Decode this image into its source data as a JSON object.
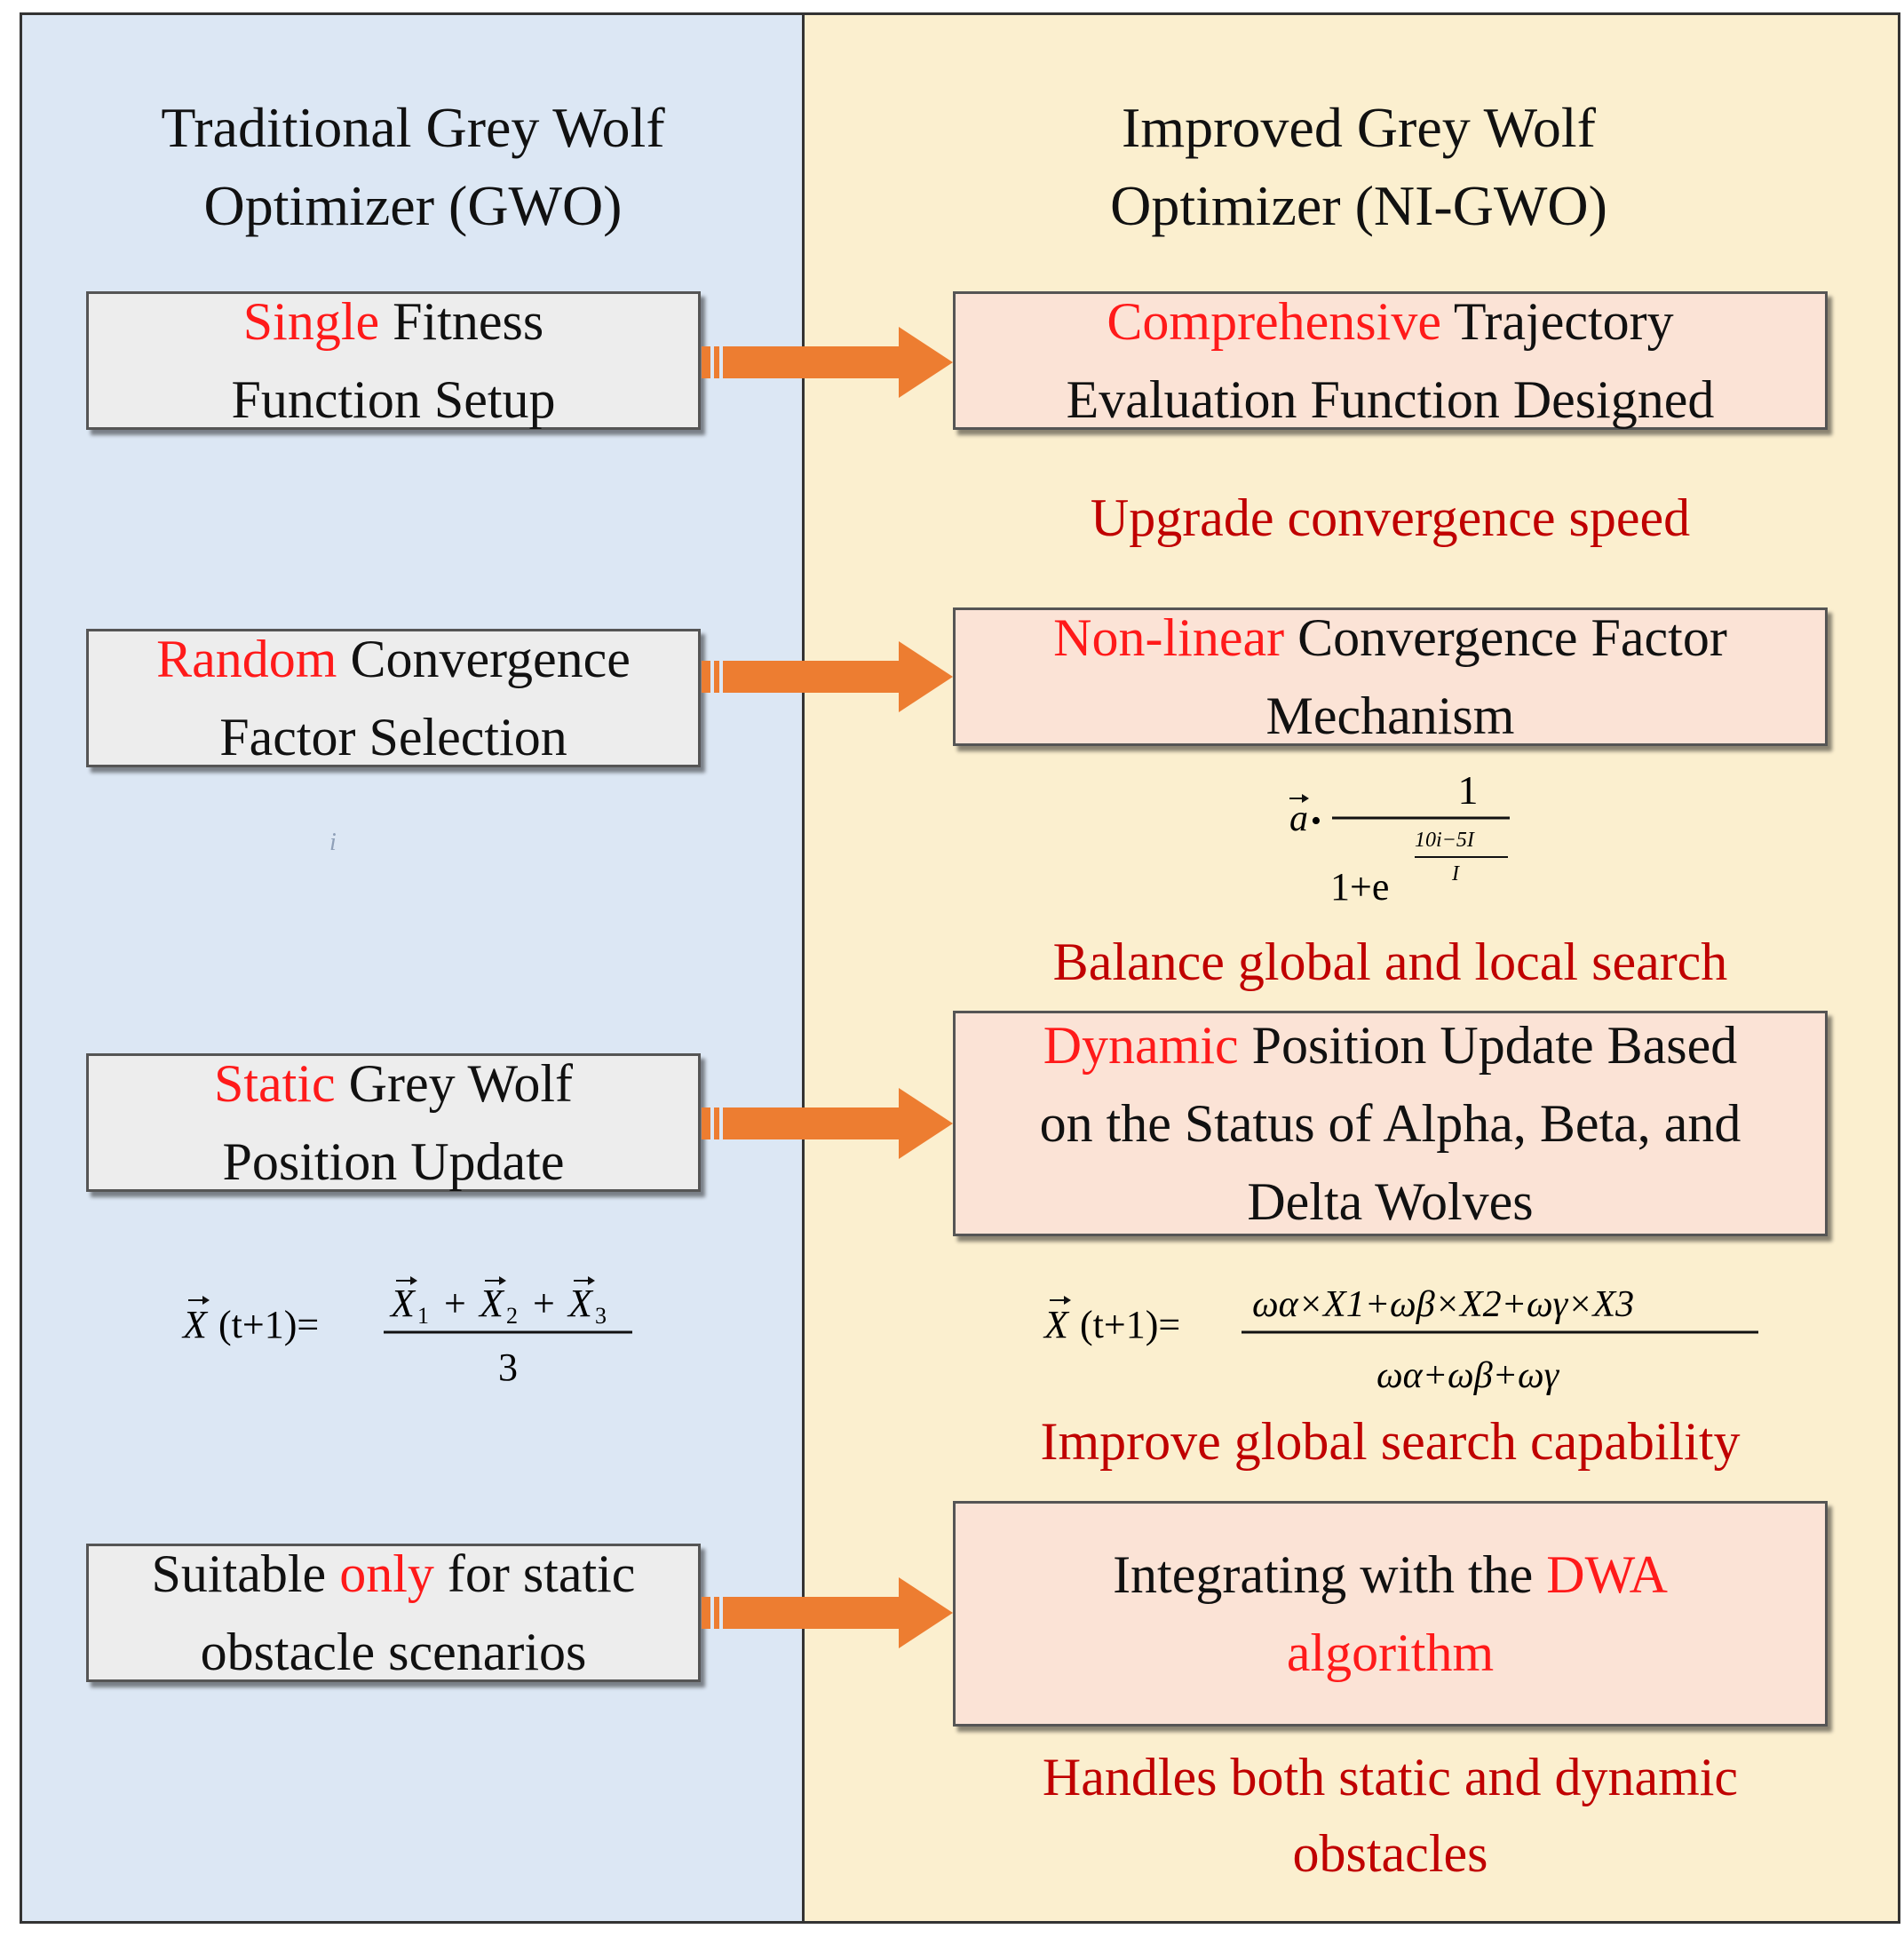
{
  "left_column": {
    "title_line1": "Traditional Grey Wolf",
    "title_line2": "Optimizer (GWO)",
    "boxes": [
      {
        "highlight": "Single",
        "rest1": " Fitness",
        "line2": "Function Setup"
      },
      {
        "highlight": "Random",
        "rest1": " Convergence",
        "line2": "Factor Selection"
      },
      {
        "highlight": "Static",
        "rest1": " Grey Wolf",
        "line2": "Position Update"
      },
      {
        "pre": "Suitable ",
        "highlight": "only",
        "rest1": " for static",
        "line2": "obstacle scenarios"
      }
    ],
    "stray_mark": "i",
    "formula": {
      "lhs_var": "X",
      "lhs_arg": "(t+1)=",
      "num": [
        "X",
        "1",
        "+",
        "X",
        "2",
        "+",
        "X",
        "3"
      ],
      "den": "3"
    }
  },
  "right_column": {
    "title_line1": "Improved Grey Wolf",
    "title_line2": "Optimizer (NI-GWO)",
    "boxes": [
      {
        "highlight": "Comprehensive",
        "rest1": " Trajectory",
        "line2": "Evaluation Function Designed"
      },
      {
        "highlight": "Non-linear",
        "rest1": " Convergence Factor",
        "line2": "Mechanism"
      },
      {
        "highlight": "Dynamic",
        "rest1": " Position Update Based",
        "line2": "on the Status of Alpha, Beta, and",
        "line3": "Delta Wolves"
      },
      {
        "pre": "Integrating with the ",
        "highlight": "DWA",
        "line2": "algorithm"
      }
    ],
    "notes": {
      "n1": "Upgrade convergence speed",
      "n2": "Balance global and local search",
      "n3": "Improve global search capability",
      "n4_line1": "Handles both static and dynamic",
      "n4_line2": "obstacles"
    },
    "formula_a": {
      "var": "a",
      "dot": "•",
      "numerator": "1",
      "den_base": "1+e",
      "exp_num": "10i−5I",
      "exp_den": "I"
    },
    "formula_x": {
      "lhs_var": "X",
      "lhs_arg": "(t+1)=",
      "num": "ωα×X1+ωβ×X2+ωγ×X3",
      "den": "ωα+ωβ+ωγ"
    }
  },
  "colors": {
    "left_bg": "#dce7f4",
    "right_bg": "#fbefcf",
    "grey_box": "#ededed",
    "pink_box": "#fbe3d6",
    "highlight": "#ff1a1a",
    "note": "#c00000",
    "arrow": "#ed7d31"
  }
}
